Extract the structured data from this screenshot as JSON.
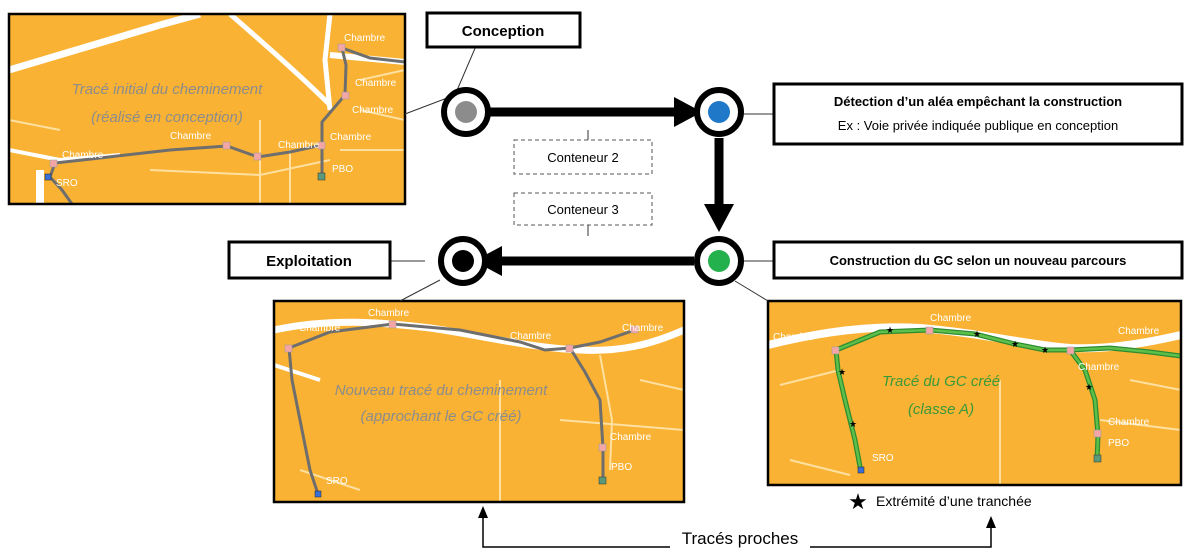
{
  "stages": {
    "conception": "Conception",
    "detection_title": "Détection d’un aléa empêchant la construction",
    "detection_example": "Ex : Voie privée indiquée publique en conception",
    "construction": "Construction du GC selon un nouveau parcours",
    "exploitation": "Exploitation"
  },
  "containers": {
    "c2": "Conteneur 2",
    "c3": "Conteneur 3"
  },
  "map1": {
    "caption_line1": "Tracé initial du cheminement",
    "caption_line2": "(réalisé en conception)",
    "chambre": "Chambre",
    "sro": "SRO",
    "pbo": "PBO"
  },
  "map2": {
    "caption_line1": "Nouveau tracé du cheminement",
    "caption_line2": "(approchant le GC créé)",
    "chambre": "Chambre",
    "sro": "SRO",
    "pbo": "PBO"
  },
  "map3": {
    "caption_line1": "Tracé du GC créé",
    "caption_line2": "(classe A)",
    "chambre": "Chambre",
    "sro": "SRO",
    "pbo": "PBO"
  },
  "legend": {
    "star_label": "Extrémité d’une tranchée"
  },
  "bottom": {
    "label": "Tracés proches"
  },
  "colors": {
    "map_bg": "#f9b233",
    "road": "#ffffff",
    "route_grey": "#6e6e6e",
    "route_green": "#3aaa35",
    "node_grey": "#8c8c8c",
    "node_blue": "#1f78c8",
    "node_green": "#22b14c",
    "node_black": "#000000",
    "chambre_marker": "#f4a6a6",
    "sro_marker": "#3a6fd8",
    "pbo_marker": "#5a9a7a"
  }
}
